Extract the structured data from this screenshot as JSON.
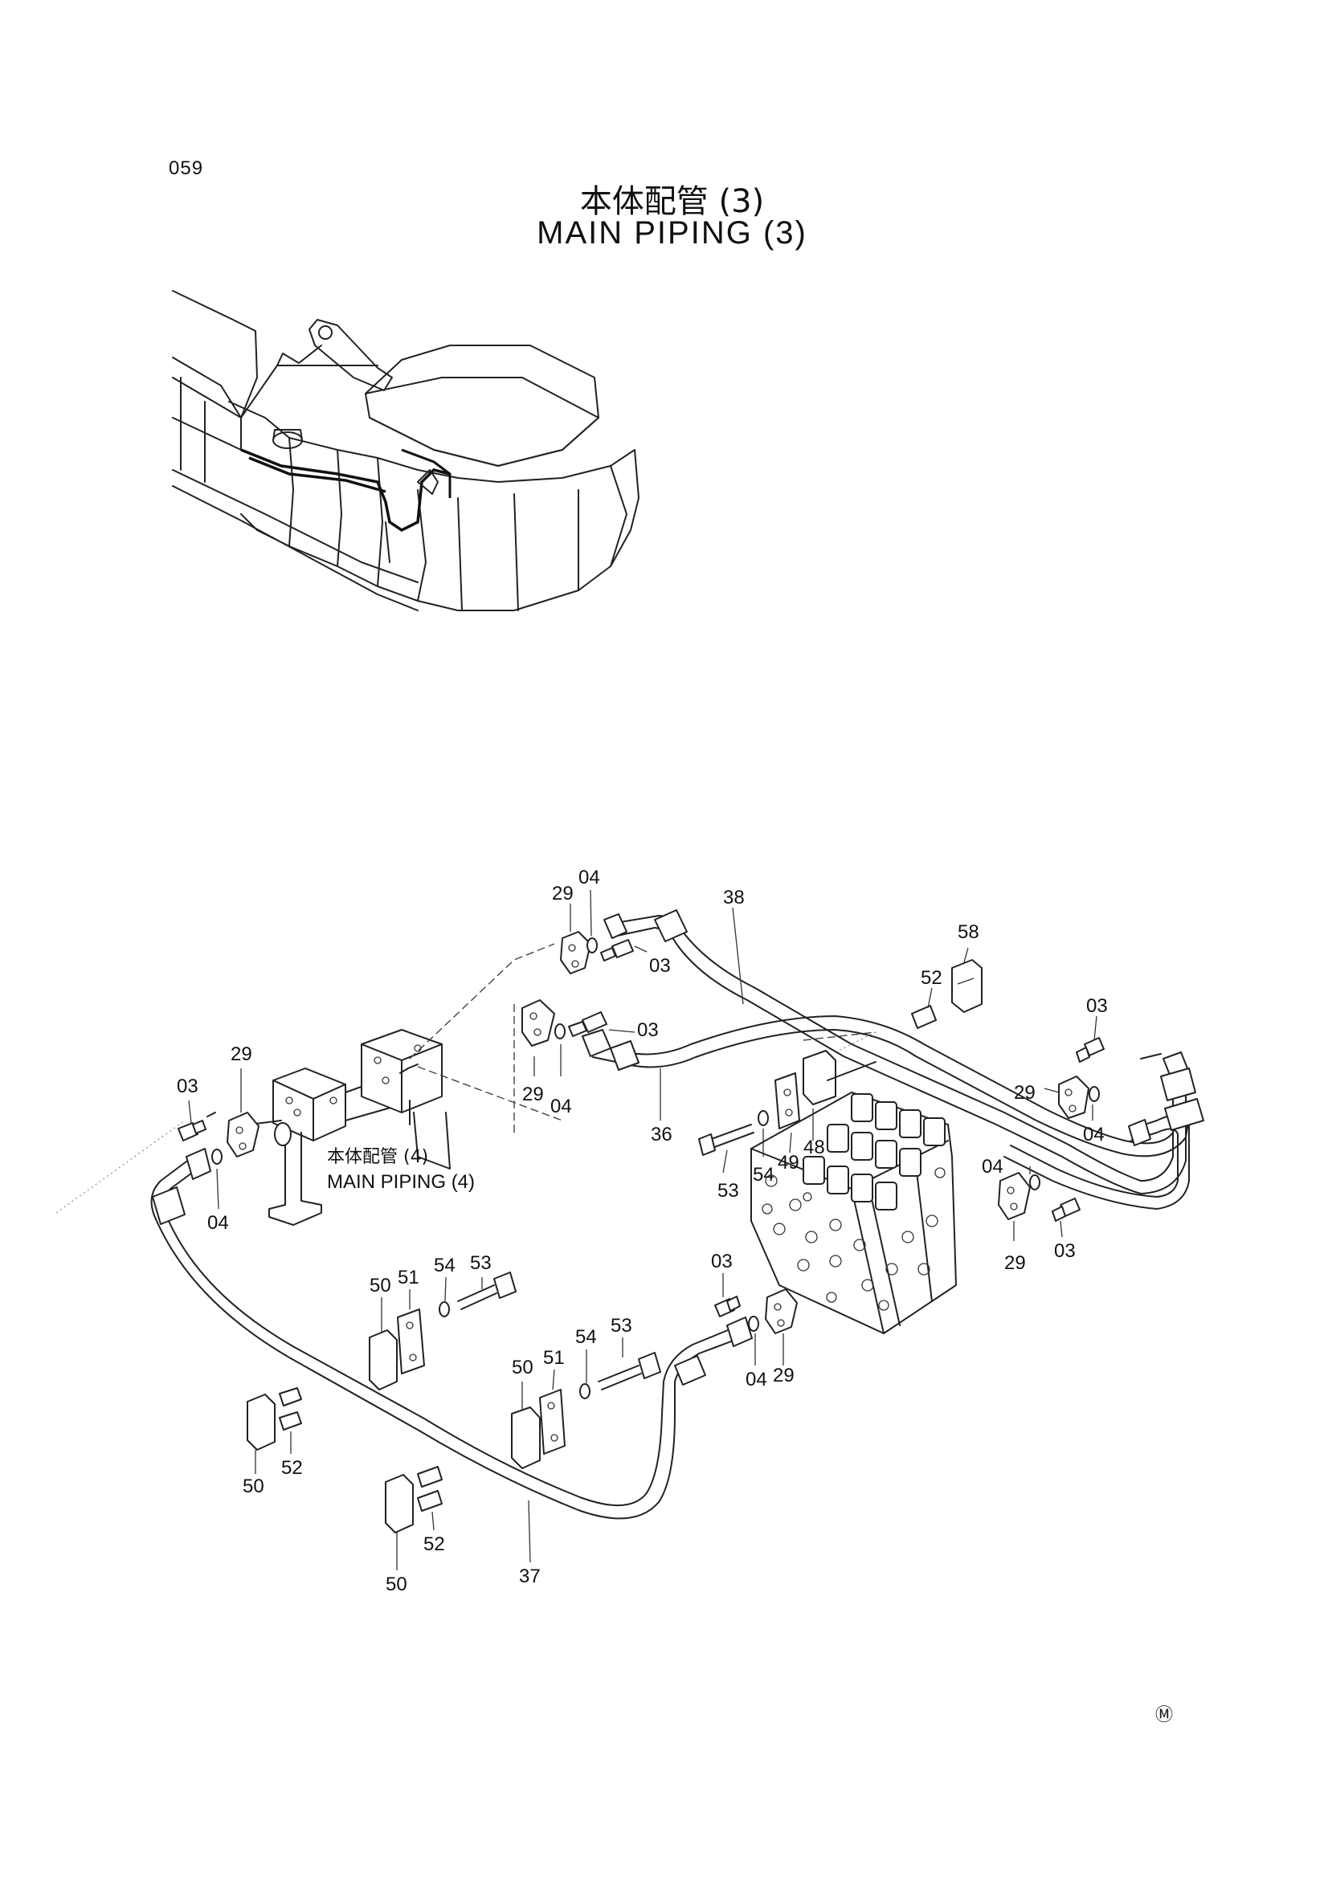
{
  "page": {
    "number": "059",
    "title_jp": "本体配管 (3)",
    "title_en": "MAIN PIPING (3)",
    "mark": "Ⓜ"
  },
  "reference": {
    "text_jp": "本体配管 (4)",
    "text_en": "MAIN PIPING (4)"
  },
  "callouts": [
    {
      "id": "c1",
      "text": "29"
    },
    {
      "id": "c2",
      "text": "04"
    },
    {
      "id": "c3",
      "text": "38"
    },
    {
      "id": "c4",
      "text": "03"
    },
    {
      "id": "c5",
      "text": "03"
    },
    {
      "id": "c6",
      "text": "29"
    },
    {
      "id": "c7",
      "text": "04"
    },
    {
      "id": "c8",
      "text": "36"
    },
    {
      "id": "c9",
      "text": "52"
    },
    {
      "id": "c10",
      "text": "58"
    },
    {
      "id": "c11",
      "text": "03"
    },
    {
      "id": "c12",
      "text": "29"
    },
    {
      "id": "c13",
      "text": "04"
    },
    {
      "id": "c14",
      "text": "29"
    },
    {
      "id": "c15",
      "text": "03"
    },
    {
      "id": "c16",
      "text": "04"
    },
    {
      "id": "c17",
      "text": "53"
    },
    {
      "id": "c18",
      "text": "54"
    },
    {
      "id": "c19",
      "text": "49"
    },
    {
      "id": "c20",
      "text": "48"
    },
    {
      "id": "c21",
      "text": "04"
    },
    {
      "id": "c22",
      "text": "03"
    },
    {
      "id": "c23",
      "text": "29"
    },
    {
      "id": "c24",
      "text": "53"
    },
    {
      "id": "c25",
      "text": "54"
    },
    {
      "id": "c26",
      "text": "51"
    },
    {
      "id": "c27",
      "text": "50"
    },
    {
      "id": "c28",
      "text": "03"
    },
    {
      "id": "c29",
      "text": "53"
    },
    {
      "id": "c30",
      "text": "54"
    },
    {
      "id": "c31",
      "text": "51"
    },
    {
      "id": "c32",
      "text": "50"
    },
    {
      "id": "c33",
      "text": "04"
    },
    {
      "id": "c34",
      "text": "29"
    },
    {
      "id": "c35",
      "text": "50"
    },
    {
      "id": "c36",
      "text": "52"
    },
    {
      "id": "c37",
      "text": "52"
    },
    {
      "id": "c38",
      "text": "50"
    },
    {
      "id": "c39",
      "text": "37"
    }
  ]
}
